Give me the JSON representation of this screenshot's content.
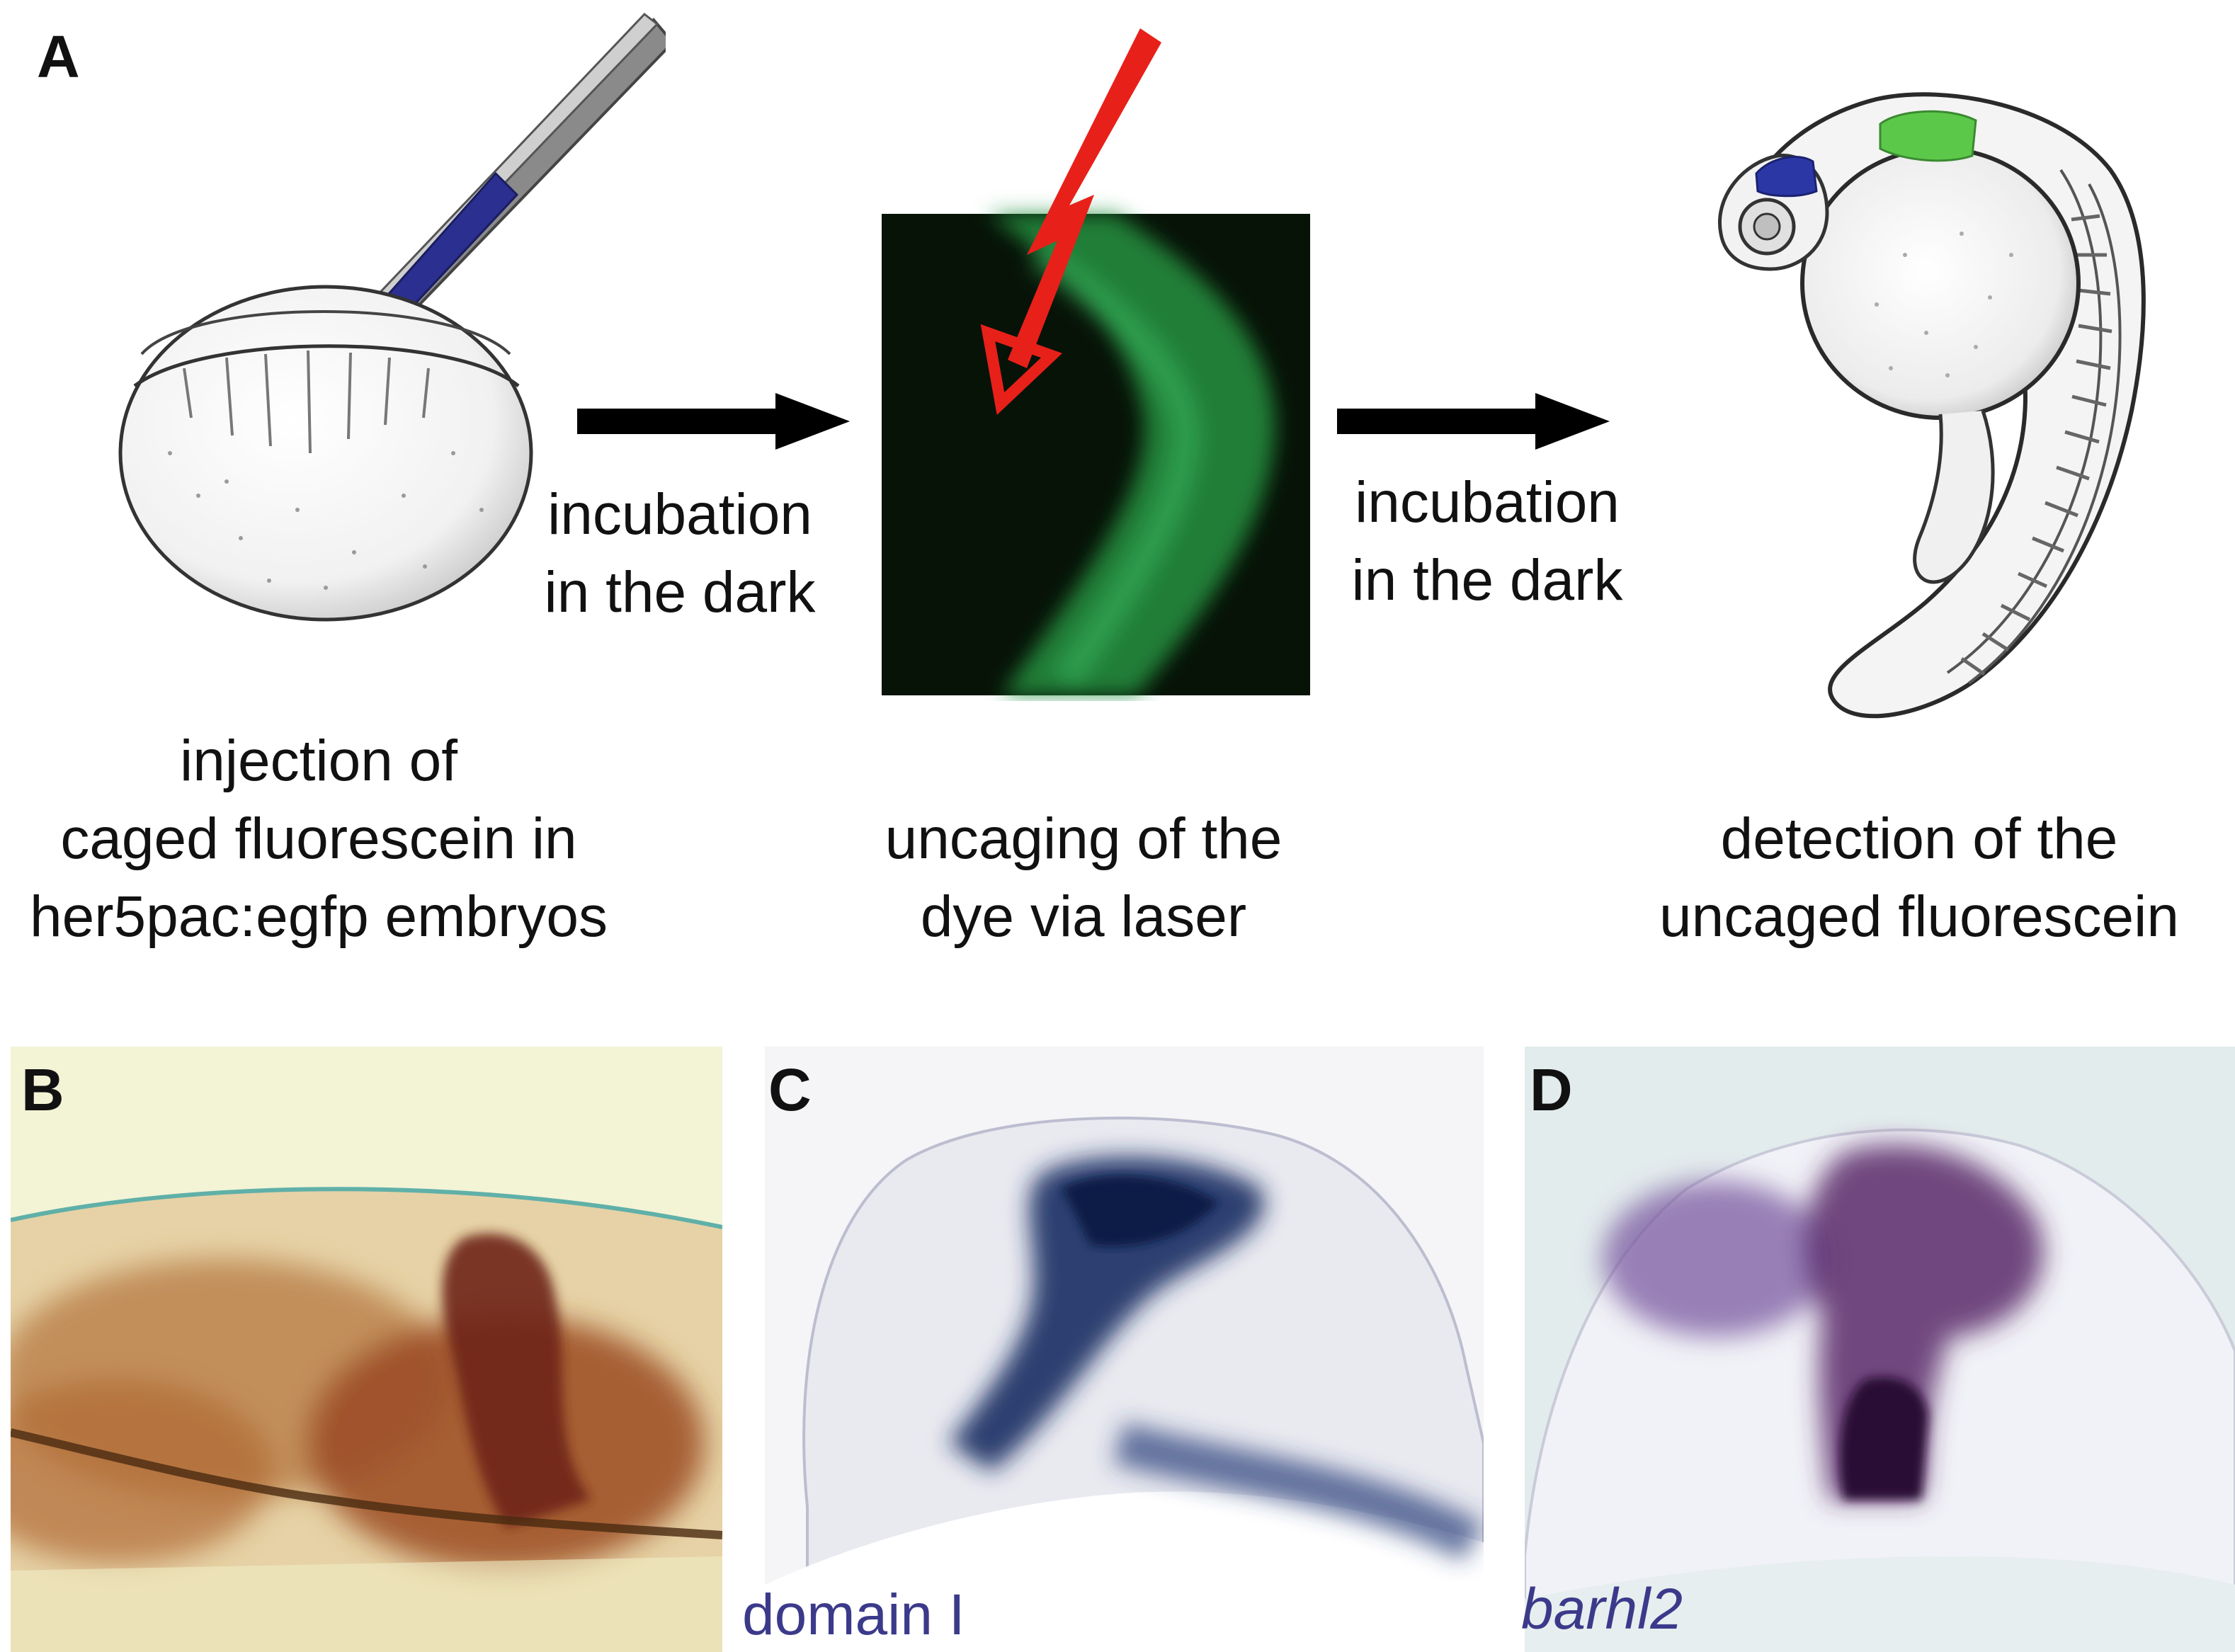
{
  "panel_a": {
    "letter": "A",
    "arrow1_label": [
      "incubation",
      "in the dark"
    ],
    "arrow2_label": [
      "incubation",
      "in the dark"
    ],
    "caption_left": [
      "injection of",
      "caged fluorescein in",
      "her5pac:egfp embryos"
    ],
    "caption_middle": [
      "uncaging of the",
      "dye via laser"
    ],
    "caption_right": [
      "detection of the",
      "uncaged fluorescein"
    ]
  },
  "panel_b": {
    "letter": "B"
  },
  "panel_c": {
    "letter": "C",
    "label": "domain I"
  },
  "panel_d": {
    "letter": "D",
    "label": "barhl2"
  },
  "colors": {
    "laser_red": "#e8201a",
    "pipette_blue": "#2b2f8f",
    "fluorescein_green": "#2a9a46",
    "region_green": "#5cc84a",
    "region_blue": "#2c37a6",
    "stain_brown": "#8a3f1c",
    "stain_navy": "#142a5c",
    "stain_purple": "#4a2058",
    "label_purple": "#3b3a8a"
  },
  "icons": {
    "embryo_sphere": "embryo-sphere-icon",
    "pipette": "pipette-icon",
    "laser_bolt": "laser-bolt-icon",
    "zebrafish": "zebrafish-embryo-icon",
    "arrow": "arrow-right-icon"
  }
}
